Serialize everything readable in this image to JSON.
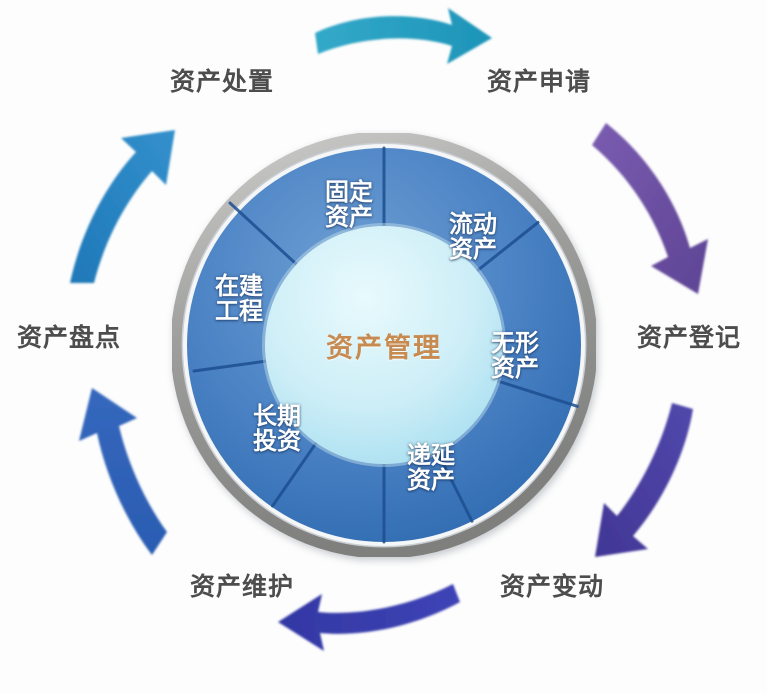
{
  "diagram": {
    "center": {
      "text": "资产管理",
      "color": "#c78a50"
    },
    "ring_segments": [
      {
        "label": "固定\n资产",
        "name": "fixed-assets"
      },
      {
        "label": "流动\n资产",
        "name": "current-assets"
      },
      {
        "label": "无形\n资产",
        "name": "intangible-assets"
      },
      {
        "label": "递延\n资产",
        "name": "deferred-assets"
      },
      {
        "label": "长期\n投资",
        "name": "long-term-investment"
      },
      {
        "label": "在建\n工程",
        "name": "construction-in-progress"
      }
    ],
    "cycle_labels": {
      "dispose": "资产处置",
      "apply": "资产申请",
      "register": "资产登记",
      "change": "资产变动",
      "maintain": "资产维护",
      "check": "资产盘点"
    },
    "arrows": [
      {
        "name": "arrow-top-right",
        "color": "#2aa5c4",
        "direction": "right"
      },
      {
        "name": "arrow-upper-right",
        "color": "#6b4fa0",
        "direction": "down-right"
      },
      {
        "name": "arrow-lower-right",
        "color": "#4a3f9e",
        "direction": "down-left"
      },
      {
        "name": "arrow-bottom",
        "color": "#3a3fae",
        "direction": "left"
      },
      {
        "name": "arrow-lower-left",
        "color": "#2d5fb5",
        "direction": "up"
      },
      {
        "name": "arrow-upper-left",
        "color": "#2680c0",
        "direction": "up-right"
      }
    ],
    "colors": {
      "ring_outer_border": "#9a9a99",
      "ring_fill_light": "#5b8fc9",
      "ring_fill_dark": "#2f6fb5",
      "core_fill": "#cdeef6",
      "label_text": "#4d4d4d",
      "background": "#fdfdfd"
    }
  }
}
